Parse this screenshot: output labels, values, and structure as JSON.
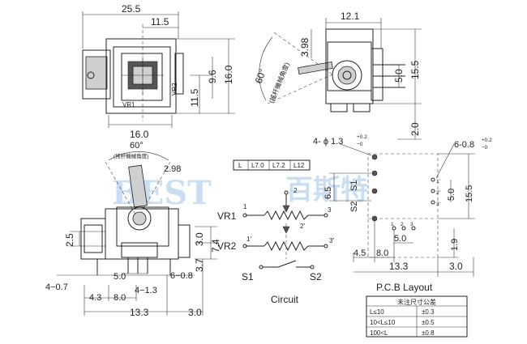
{
  "dims": {
    "top_width": "25.5",
    "top_offset": "11.5",
    "top_height_9_6": "9.6",
    "top_height_16_0": "16.0",
    "top_height_11_5": "11.5",
    "bottom_width": "16.0",
    "side_12_1": "12.1",
    "side_3_98": "3.98",
    "side_5_0": "5.0",
    "side_15_5": "15.5",
    "side_2_0": "2.0",
    "angle_60_side": "60°",
    "angle_60_front": "60°",
    "front_2_98": "2.98",
    "front_2_5": "2.5",
    "front_3_0": "3.0",
    "front_7_4": "7.4",
    "front_3_7": "3.7",
    "front_4_07": "4−0.7",
    "front_5_0": "5.0",
    "front_4_13": "4−1.3",
    "front_6_08": "6−0.8",
    "front_4_3": "4.3",
    "front_8_0": "8.0",
    "front_13_3": "13.3",
    "front_3_0b": "3.0",
    "pcb_hole4": "4- ϕ 1.3",
    "pcb_hole4_tol_up": "+0.2",
    "pcb_hole4_tol_dn": "−0",
    "pcb_hole6": "6-0.8",
    "pcb_hole6_tol_up": "+0.2",
    "pcb_hole6_tol_dn": "−0",
    "pcb_6_5": "6.5",
    "pcb_5_0_r": "5.0",
    "pcb_15_5": "15.5",
    "pcb_5_0_b": "5.0",
    "pcb_1_9": "1.9",
    "pcb_4_5": "4.5",
    "pcb_8_0": "8.0",
    "pcb_13_3": "13.3",
    "pcb_3_0": "3.0"
  },
  "labels": {
    "vr1_top": "VR1",
    "vr2_top": "VR2",
    "lever_angle_side": "(搖杆機械角度)",
    "lever_angle_front": "(搖杆機械角度)",
    "length_header": "L",
    "length_options": [
      "L7.0",
      "L7.2",
      "L12"
    ],
    "circuit_vr1": "VR1",
    "circuit_vr2": "VR2",
    "circuit_s1": "S1",
    "circuit_s2": "S2",
    "circuit_title": "Circuit",
    "pcb_s1": "S1",
    "pcb_s2": "S2",
    "pcb_title": "P.C.B Layout",
    "pin_1": "1",
    "pin_2": "2",
    "pin_2p": "2′",
    "pin_3": "3",
    "pin_1p": "1′",
    "pin_3p": "3′",
    "watermark_latin": "BEST",
    "watermark_cn": "百斯特"
  },
  "tolerance_table": {
    "header": "未注尺寸公差",
    "rows": [
      {
        "range": "L≤10",
        "tol": "±0.3"
      },
      {
        "range": "10<L≤10",
        "tol": "±0.5"
      },
      {
        "range": "100<L",
        "tol": "±0.8"
      }
    ]
  }
}
